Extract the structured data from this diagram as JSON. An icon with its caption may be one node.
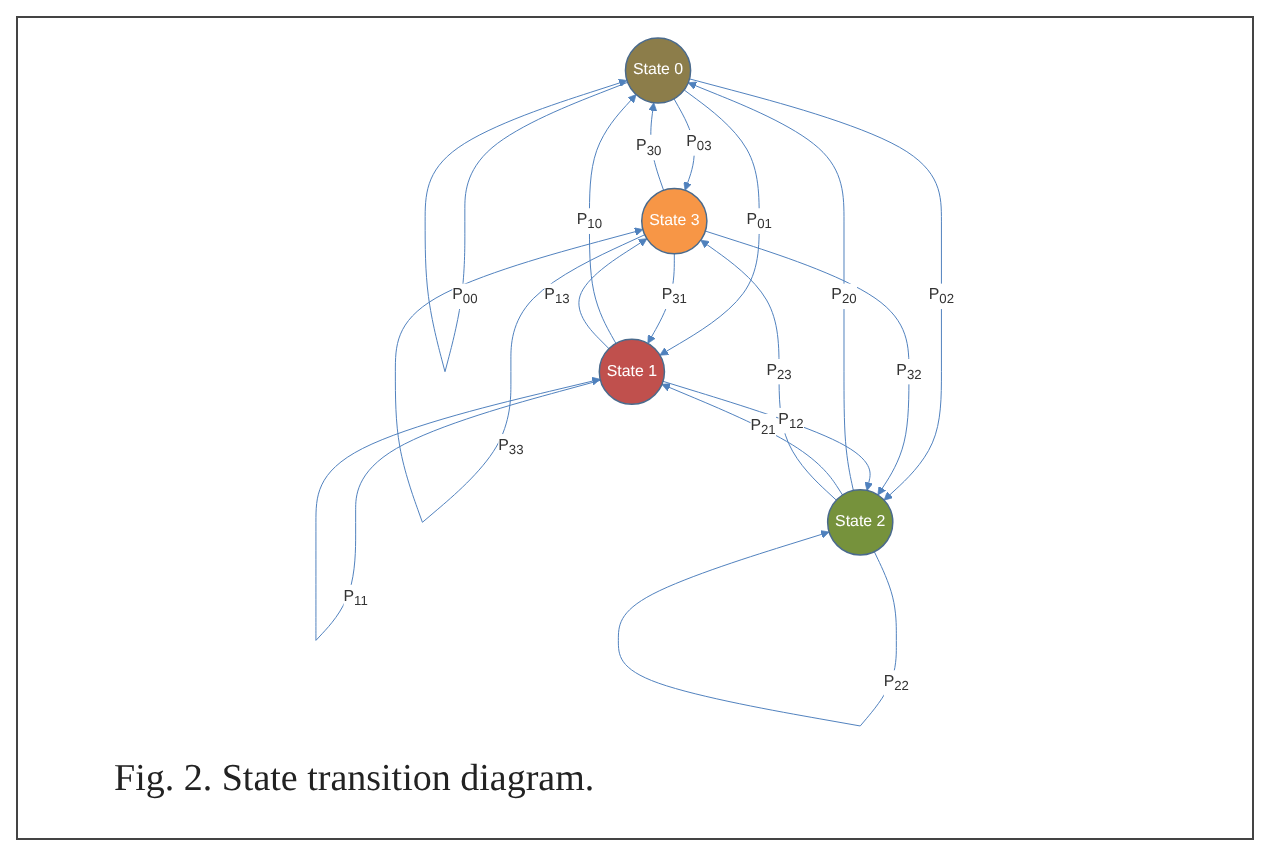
{
  "diagram": {
    "caption": "Fig. 2. State transition diagram.",
    "nodes": [
      {
        "text": [
          "State 0"
        ]
      },
      {
        "text": [
          "State 1"
        ]
      },
      {
        "text": [
          "State 2"
        ]
      },
      {
        "text": [
          "State 3"
        ]
      }
    ],
    "edges": [
      {
        "from": 0,
        "to": 0,
        "arrow": "to",
        "label": "P$_{00}$"
      },
      {
        "from": 3,
        "to": 0,
        "arrow": "to",
        "label": "P$_{30}$"
      },
      {
        "from": 0,
        "to": 3,
        "arrow": "to",
        "label": "P$_{03}$"
      },
      {
        "from": 0,
        "to": 2,
        "arrow": "to",
        "label": "P$_{02}$"
      },
      {
        "from": 0,
        "to": 1,
        "arrow": "to",
        "label": "P$_{01}$"
      },
      {
        "from": 1,
        "to": 0,
        "arrow": "to",
        "label": "P$_{10}$"
      },
      {
        "from": 3,
        "to": 1,
        "arrow": "to",
        "label": "P$_{31}$"
      },
      {
        "from": 1,
        "to": 1,
        "arrow": "to",
        "label": "P$_{11}$"
      },
      {
        "from": 3,
        "to": 3,
        "arrow": "to",
        "label": "P$_{33}$"
      },
      {
        "from": 1,
        "to": 3,
        "arrow": "to",
        "label": "P$_{13}$"
      },
      {
        "from": 3,
        "to": 2,
        "arrow": "to",
        "label": "P$_{32}$"
      },
      {
        "from": 2,
        "to": 0,
        "arrow": "to",
        "label": "P$_{20}$"
      },
      {
        "from": 2,
        "to": 1,
        "arrow": "to",
        "label": "P$_{21}$"
      },
      {
        "from": 2,
        "to": 3,
        "arrow": "to",
        "label": "P$_{23}$"
      },
      {
        "from": 1,
        "to": 2,
        "arrow": "to",
        "label": "P$_{12}$"
      },
      {
        "from": 2,
        "to": 2,
        "arrow": "to",
        "label": "P$_{22}$"
      }
    ]
  }
}
